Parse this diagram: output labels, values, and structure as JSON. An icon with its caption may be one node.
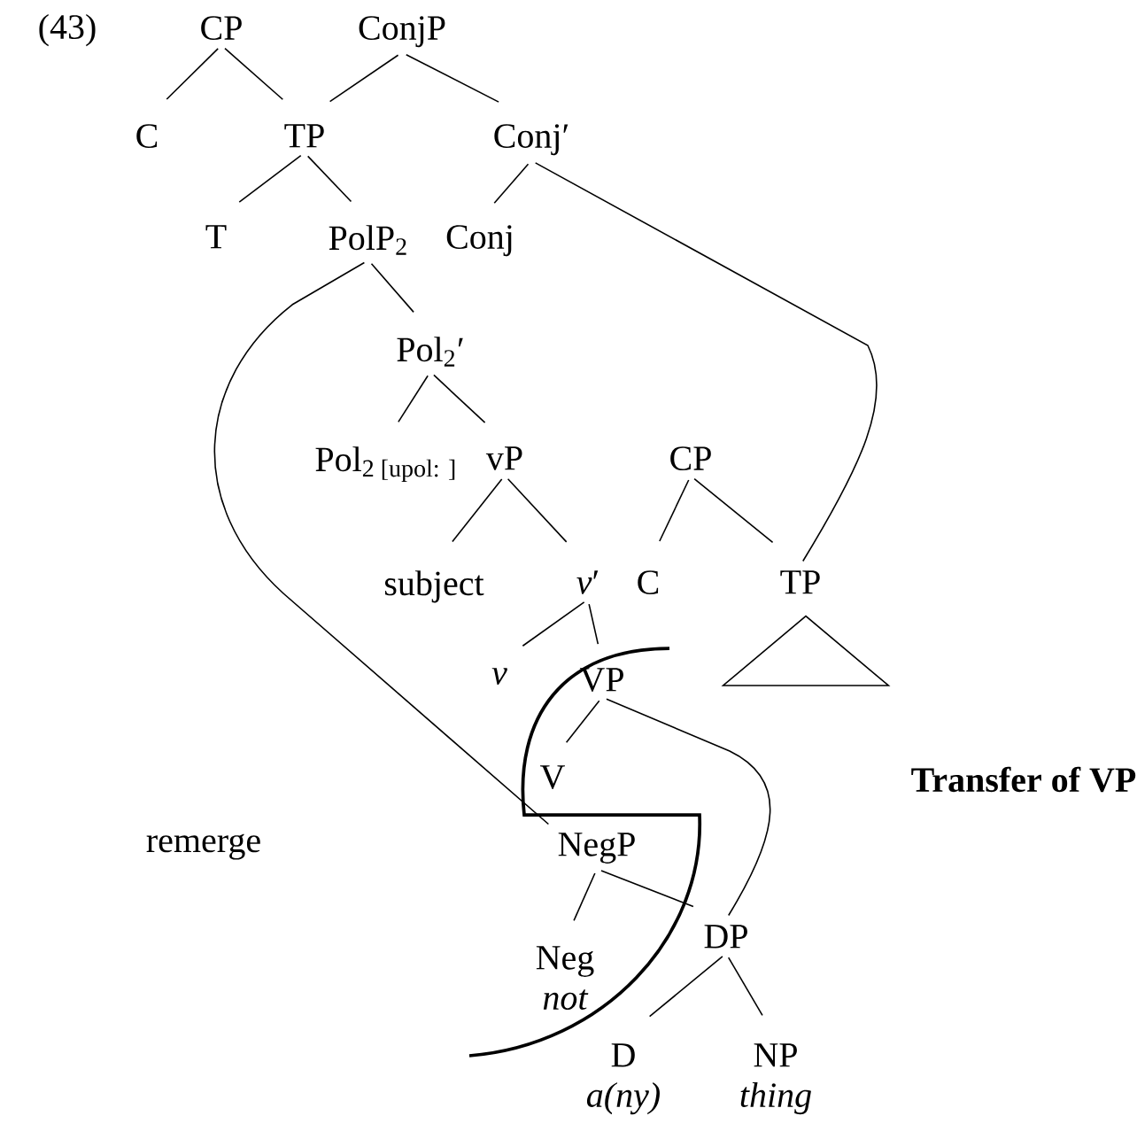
{
  "diagram": {
    "nodes": [
      {
        "text": [
          "CP"
        ]
      },
      {
        "text": [
          "ConjP"
        ]
      },
      {
        "text": [
          "C"
        ]
      },
      {
        "text": [
          "TP"
        ]
      },
      {
        "text": [
          "Conj′"
        ]
      },
      {
        "text": [
          "T"
        ]
      },
      {
        "text": [
          "PolP$_{2}$"
        ]
      },
      {
        "text": [
          "Conj"
        ]
      },
      {
        "text": [
          "Pol$_{2}$′"
        ]
      },
      {
        "text": [
          "Pol$_{2 [upol: ]}$"
        ]
      },
      {
        "text": [
          "vP"
        ]
      },
      {
        "text": [
          "CP"
        ]
      },
      {
        "text": [
          "subject"
        ]
      },
      {
        "text": [
          "*v*′"
        ]
      },
      {
        "text": [
          "C"
        ]
      },
      {
        "text": [
          "TP"
        ]
      },
      {
        "text": [
          "v"
        ]
      },
      {
        "text": [
          "VP"
        ]
      },
      {
        "text": [
          "V"
        ]
      },
      {
        "text": [
          "NegP"
        ]
      },
      {
        "text": [
          "Neg",
          "not"
        ]
      },
      {
        "text": [
          "DP"
        ]
      },
      {
        "text": [
          "D",
          "*a*(*ny*)"
        ]
      },
      {
        "text": [
          "NP",
          "thing"
        ]
      },
      {
        "text": [],
        "shape": "triangle"
      }
    ],
    "edges": [
      {
        "from": 0,
        "to": 2,
        "arrow": "none"
      },
      {
        "from": 0,
        "to": 3,
        "arrow": "none"
      },
      {
        "from": 1,
        "to": 3,
        "arrow": "none"
      },
      {
        "from": 1,
        "to": 4,
        "arrow": "none"
      },
      {
        "from": 3,
        "to": 5,
        "arrow": "none"
      },
      {
        "from": 3,
        "to": 6,
        "arrow": "none"
      },
      {
        "from": 4,
        "to": 7,
        "arrow": "none"
      },
      {
        "from": 4,
        "to": 15,
        "arrow": "none"
      },
      {
        "from": 6,
        "to": 8,
        "arrow": "none"
      },
      {
        "from": 6,
        "to": 19,
        "arrow": "none"
      },
      {
        "from": 8,
        "to": 9,
        "arrow": "none"
      },
      {
        "from": 8,
        "to": 10,
        "arrow": "none"
      },
      {
        "from": 10,
        "to": 12,
        "arrow": "none"
      },
      {
        "from": 10,
        "to": 13,
        "arrow": "none"
      },
      {
        "from": 11,
        "to": 14,
        "arrow": "none"
      },
      {
        "from": 11,
        "to": 15,
        "arrow": "none"
      },
      {
        "from": 13,
        "to": 16,
        "arrow": "none"
      },
      {
        "from": 13,
        "to": 17,
        "arrow": "none"
      },
      {
        "from": 17,
        "to": 18,
        "arrow": "none"
      },
      {
        "from": 17,
        "to": 21,
        "arrow": "none"
      },
      {
        "from": 19,
        "to": 20,
        "arrow": "none"
      },
      {
        "from": 19,
        "to": 21,
        "arrow": "none"
      },
      {
        "from": 21,
        "to": 22,
        "arrow": "none"
      },
      {
        "from": 21,
        "to": 23,
        "arrow": "none"
      }
    ],
    "labels": [
      "(43)",
      "remerge",
      "Transfer of VP"
    ]
  }
}
